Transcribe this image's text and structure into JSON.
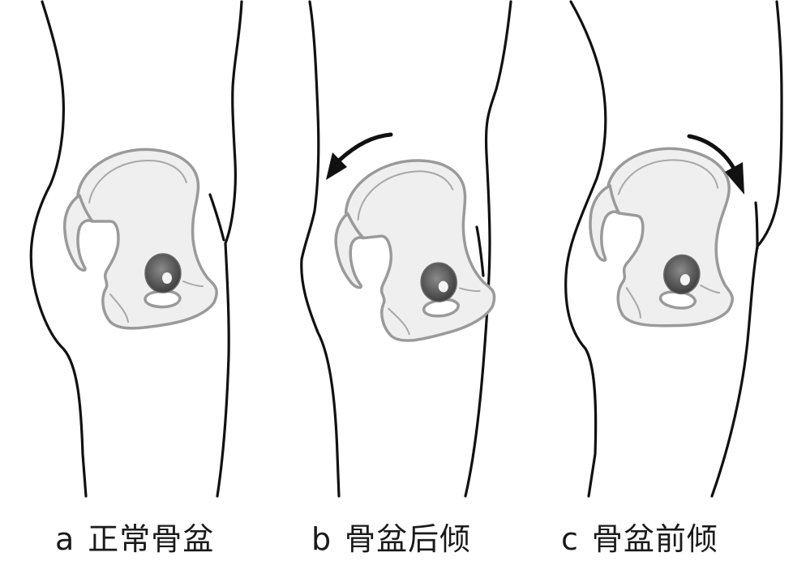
{
  "figure": {
    "type": "pelvic tilt comparison illustration",
    "background_color": "#ffffff",
    "line_color": "#111111",
    "bone_fill_color": "#efefef",
    "bone_outline_color": "#9a9a9a",
    "panels": [
      {
        "id": "a",
        "letter": "a",
        "label": "正常骨盆",
        "meaning": "normal pelvis",
        "arrow": "none"
      },
      {
        "id": "b",
        "letter": "b",
        "label": "骨盆后倾",
        "meaning": "posterior pelvic tilt",
        "arrow": "counterclockwise-left"
      },
      {
        "id": "c",
        "letter": "c",
        "label": "骨盆前倾",
        "meaning": "anterior pelvic tilt",
        "arrow": "clockwise-right"
      }
    ]
  }
}
